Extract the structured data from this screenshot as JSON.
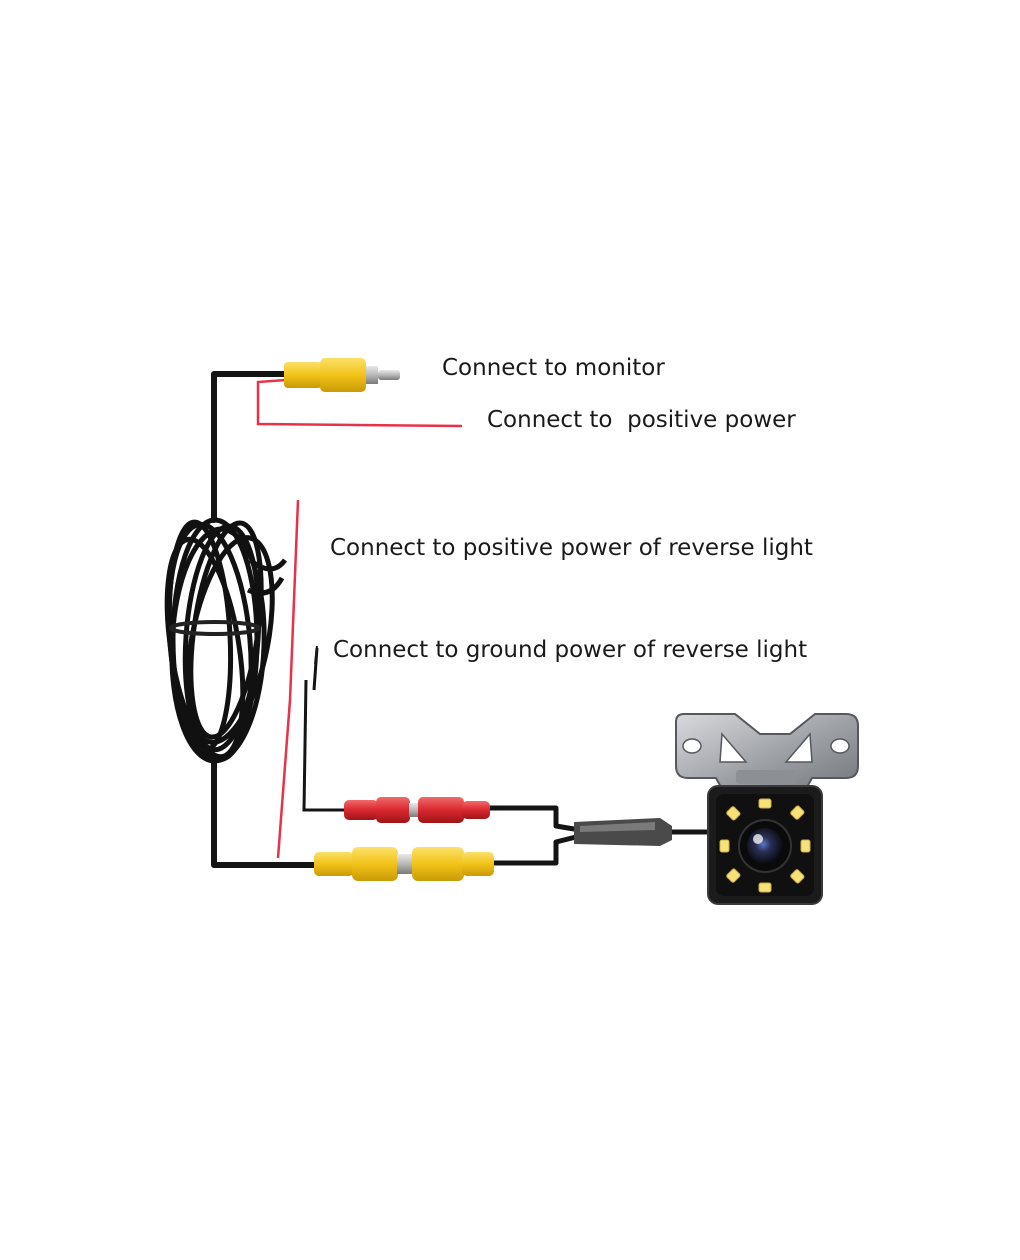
{
  "labels": {
    "monitor": "Connect to monitor",
    "positive_power": "Connect to  positive power",
    "reverse_positive": "Connect to positive power of reverse light",
    "reverse_ground": "Connect to ground power of reverse light"
  },
  "colors": {
    "cable_black": "#141414",
    "wire_red": "#e8324a",
    "rca_yellow": "#f2c318",
    "rca_red": "#d8282e",
    "bracket_silver": "#b4b6ba",
    "camera_body": "#1b1b1b",
    "led_yellow": "#f7e27a"
  }
}
